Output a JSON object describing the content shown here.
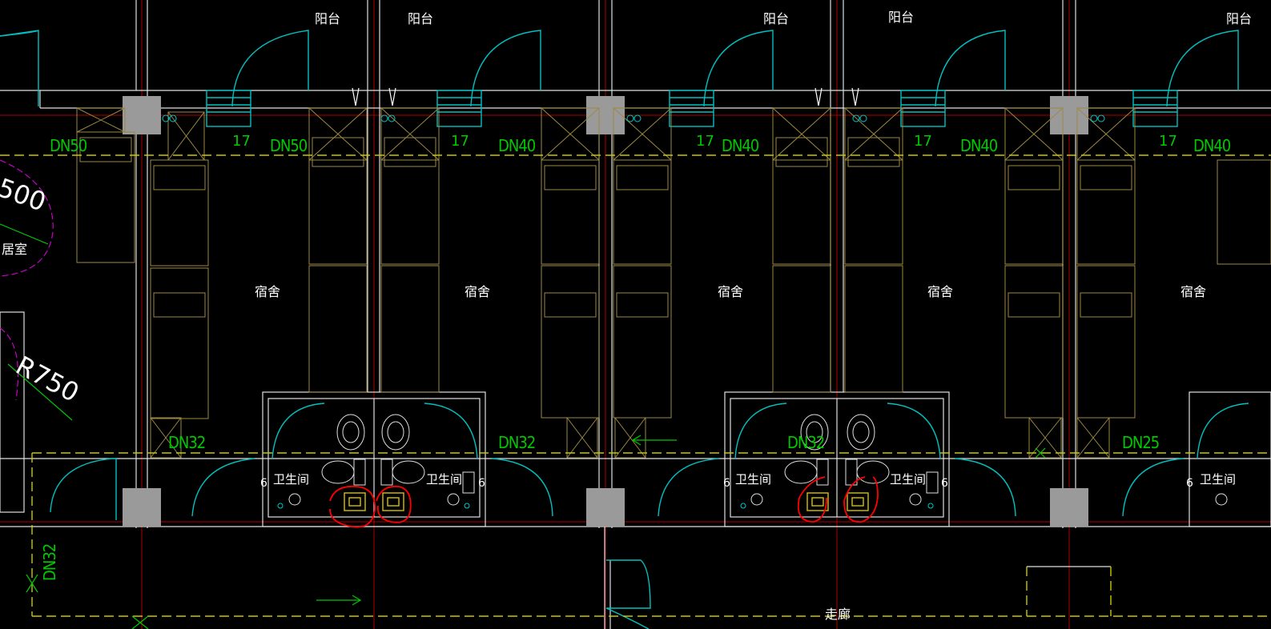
{
  "drawing": {
    "room_labels": {
      "balcony": "阳台",
      "dorm": "宿舍",
      "washroom": "卫生间",
      "corridor": "走廊",
      "living": "居室"
    },
    "pipe_labels": [
      "DN50",
      "DN50",
      "DN40",
      "DN40",
      "DN40",
      "DN40",
      "DN32",
      "DN32",
      "DN32",
      "DN25",
      "DN32"
    ],
    "riser_numbers": [
      "17",
      "17",
      "17",
      "17",
      "17"
    ],
    "radius_labels": [
      "500",
      "R750"
    ],
    "six": "6",
    "colors": {
      "background": "#000000",
      "wall": "#e6e6e6",
      "axis": "#c00000",
      "door": "#00c8c8",
      "furniture": "#a08c46",
      "pipe": "#c8c800",
      "pipe_text": "#00c800",
      "column": "#a0a0a0",
      "markup_circle": "#ff0000",
      "magenta": "#c800c8"
    }
  }
}
